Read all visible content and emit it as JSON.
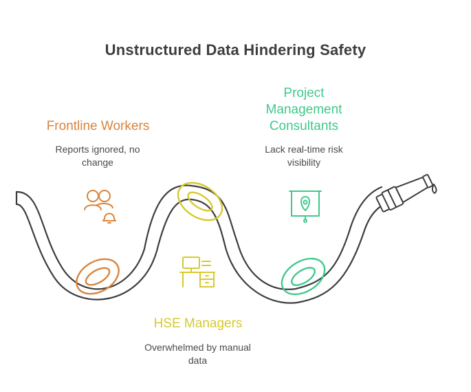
{
  "title": "Unstructured Data Hindering Safety",
  "colors": {
    "orange": "#d9843b",
    "yellow": "#d8c92e",
    "green": "#3fc98a",
    "hose": "#3d3d3d"
  },
  "stakeholders": [
    {
      "label": "Frontline Workers",
      "description": "Reports ignored, no change",
      "icon": "workers-bell-icon",
      "color": "#d9843b"
    },
    {
      "label": "HSE Managers",
      "description": "Overwhelmed by manual data",
      "icon": "desk-computer-icon",
      "color": "#d8c92e"
    },
    {
      "label": "Project Management Consultants",
      "description": "Lack real-time risk visibility",
      "icon": "presentation-board-icon",
      "color": "#3fc98a"
    }
  ]
}
